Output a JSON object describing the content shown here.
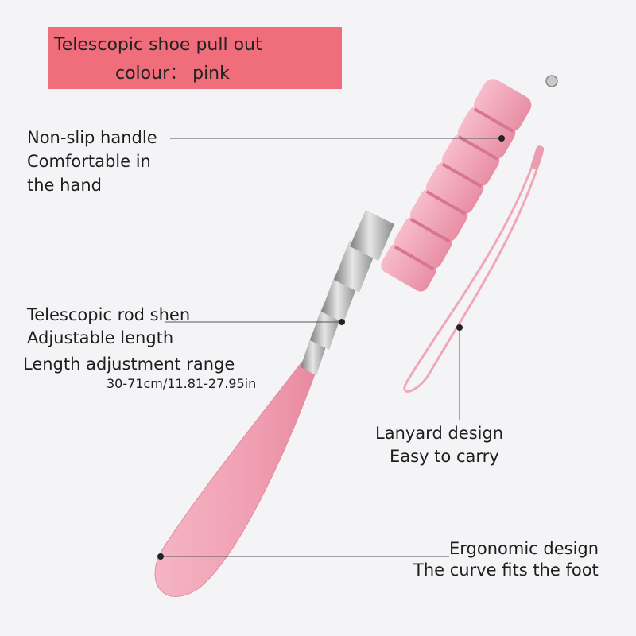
{
  "header": {
    "line1": "Telescopic shoe pull out",
    "line2": "colour： pink",
    "box_color": "#f06e7c"
  },
  "callouts": {
    "handle": {
      "line1": "Non-slip handle",
      "line2": "Comfortable in",
      "line3": "the hand"
    },
    "rod": {
      "line1": "Telescopic rod shen",
      "line2": "Adjustable length",
      "line3": "Length adjustment range",
      "range": "30-71cm/11.81-27.95in"
    },
    "lanyard": {
      "line1": "Lanyard design",
      "line2": "Easy to carry"
    },
    "ergonomic": {
      "line1": "Ergonomic design",
      "line2": "The curve fits the foot"
    }
  },
  "colors": {
    "product_pink": "#f2a5b6",
    "handle_pink": "#ee9fb1",
    "metal": "#b5b5b5",
    "background": "#f4f4f6"
  }
}
